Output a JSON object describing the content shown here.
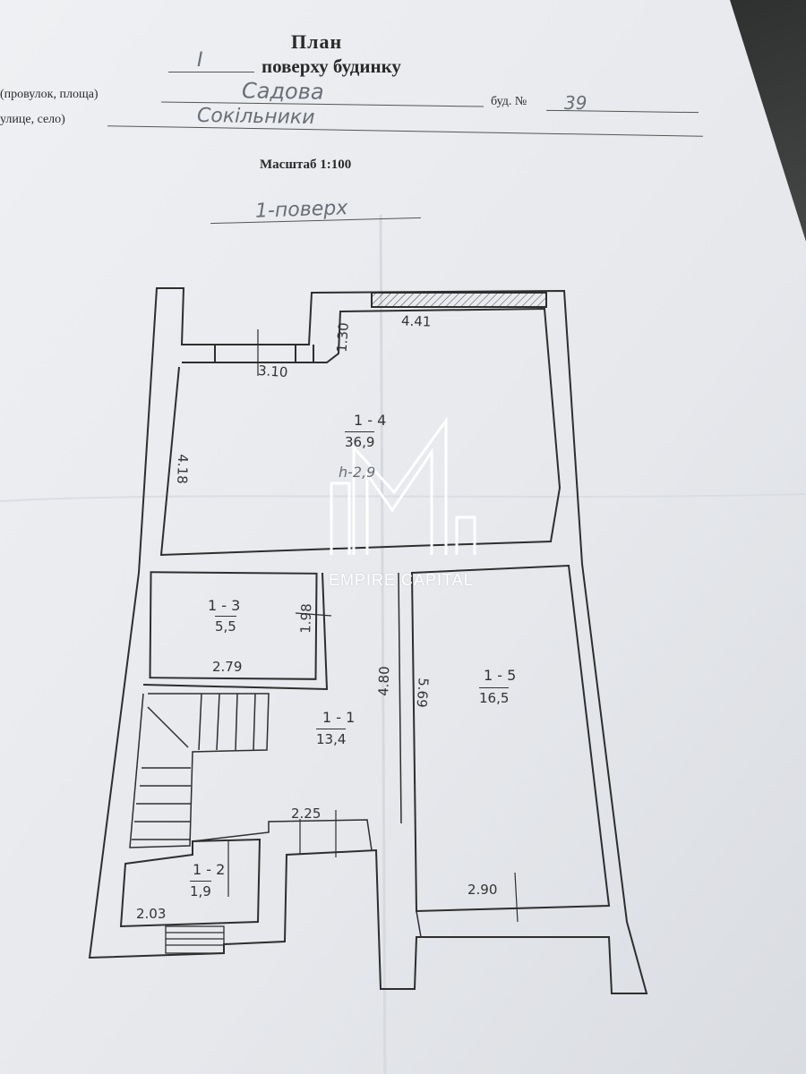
{
  "header": {
    "title": "План",
    "floor_blank": "I",
    "subtitle": "поверху будинку",
    "street_label": "(провулок, площа)",
    "street_value": "Садова",
    "building_label": "буд. №",
    "building_value": "39",
    "village_label": "улице, село)",
    "village_value": "Сокільники",
    "scale": "Масштаб 1:100",
    "floor_handwritten": "1-поверх"
  },
  "rooms": [
    {
      "id": "1 - 4",
      "area": "36,9",
      "height_note": "h-2,9"
    },
    {
      "id": "1 - 3",
      "area": "5,5"
    },
    {
      "id": "1 - 1",
      "area": "13,4"
    },
    {
      "id": "1 - 5",
      "area": "16,5"
    },
    {
      "id": "1 - 2",
      "area": "1,9"
    }
  ],
  "dimensions": {
    "d441": "4.41",
    "d130": "1.30",
    "d310": "3.10",
    "d418": "4.18",
    "d279": "2.79",
    "d480": "4.80",
    "d569": "5.69",
    "d225": "2.25",
    "d290": "2.90",
    "d203": "2.03",
    "d198": "1.98"
  },
  "watermark": {
    "brand": "EMPIRE CAPITAL"
  },
  "colors": {
    "paper": "#e9ebee",
    "ink": "#2e2e2e",
    "handwriting": "#6a6f76",
    "background": "#3a3b3a"
  }
}
